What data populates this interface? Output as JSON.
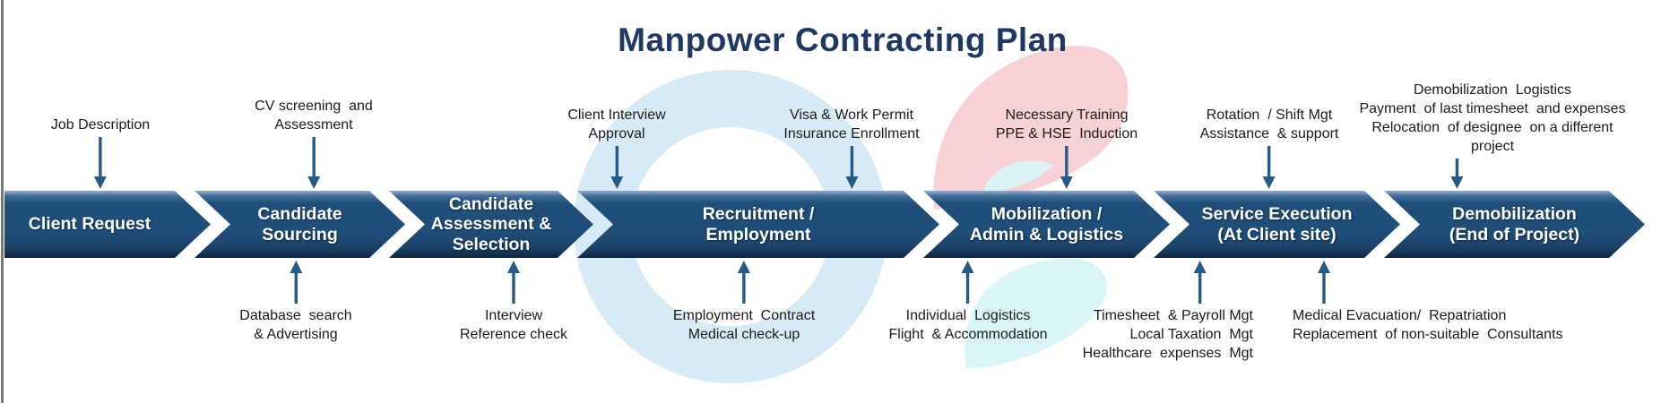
{
  "title": "Manpower Contracting Plan",
  "flow": {
    "stages": [
      {
        "label": "Client Request"
      },
      {
        "label": "Candidate\nSourcing"
      },
      {
        "label": "Candidate\nAssessment &\nSelection"
      },
      {
        "label": "Recruitment /\nEmployment"
      },
      {
        "label": "Mobilization /\nAdmin & Logistics"
      },
      {
        "label": "Service Execution\n(At Client site)"
      },
      {
        "label": "Demobilization\n(End of Project)"
      }
    ]
  },
  "annotations": {
    "top": [
      {
        "text": "Job Description"
      },
      {
        "text": "CV screening  and\nAssessment"
      },
      {
        "text": "Client Interview\nApproval"
      },
      {
        "text": "Visa & Work Permit\nInsurance Enrollment"
      },
      {
        "text": "Necessary Training\nPPE & HSE  Induction"
      },
      {
        "text": "Rotation  / Shift Mgt\nAssistance  & support"
      },
      {
        "text": "Demobilization  Logistics\nPayment  of last timesheet  and expenses\nRelocation  of designee  on a different\nproject"
      }
    ],
    "bottom": [
      {
        "text": "Database  search\n& Advertising"
      },
      {
        "text": "Interview\nReference check"
      },
      {
        "text": "Employment  Contract\nMedical check-up"
      },
      {
        "text": "Individual  Logistics\nFlight  & Accommodation"
      },
      {
        "text": "Timesheet  & Payroll Mgt\nLocal Taxation  Mgt\nHealthcare  expenses  Mgt"
      },
      {
        "text": "Medical Evacuation/  Repatriation\nReplacement  of non-suitable  Consultants"
      }
    ]
  },
  "colors": {
    "title": "#1F3864",
    "chevron_fill": "#1F4E79",
    "chevron_text": "#FFFFFF",
    "arrow": "#255B87",
    "annotation_text": "#1B1B1B",
    "watermark_ring": "#CFE7F4",
    "watermark_pink": "#F7CCD0",
    "watermark_cyan": "#D7F4F8",
    "left_border": "#787878"
  }
}
